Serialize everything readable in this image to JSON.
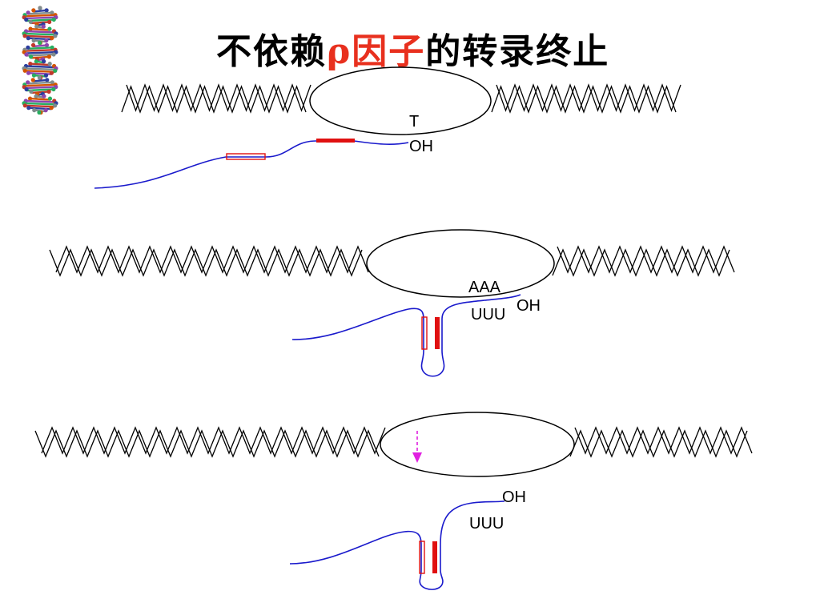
{
  "title": {
    "prefix": "不依赖",
    "rho": "ρ",
    "accent": "因子",
    "suffix": "的转录终止"
  },
  "panel1": {
    "label_top": "T",
    "label_bottom": "OH"
  },
  "panel2": {
    "label_top": "AAA",
    "label_bottom": "UUU",
    "label_end": "OH"
  },
  "panel3": {
    "label_end": "OH",
    "label_bottom": "UUU"
  },
  "colors": {
    "dna": "#000000",
    "rna": "#1a1acc",
    "hairpin": "#e01010",
    "arrow": "#e020e0"
  },
  "icons": {
    "logo": "dna-helix-icon"
  }
}
